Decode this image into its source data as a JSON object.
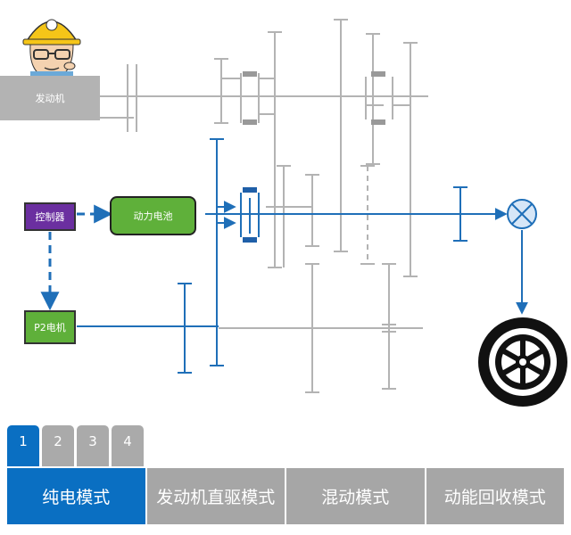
{
  "diagram": {
    "engine_label": "发动机",
    "controller_label": "控制器",
    "battery_label": "动力电池",
    "p2_motor_label": "P2电机",
    "colors": {
      "active_flow": "#1f6fb8",
      "inactive_part": "#b3b3b3",
      "controller": "#6b2fa0",
      "battery": "#5fb03a",
      "motor": "#5fb03a",
      "gear_block": "#1f5fa8",
      "gear_block_inactive": "#999999"
    },
    "icons": [
      "worker-mascot-icon",
      "differential-x-icon",
      "wheel-icon"
    ]
  },
  "step_tabs": [
    "1",
    "2",
    "3",
    "4"
  ],
  "mode_tabs": [
    "纯电模式",
    "发动机直驱模式",
    "混动模式",
    "动能回收模式"
  ],
  "active_step": 0,
  "active_mode": 0
}
